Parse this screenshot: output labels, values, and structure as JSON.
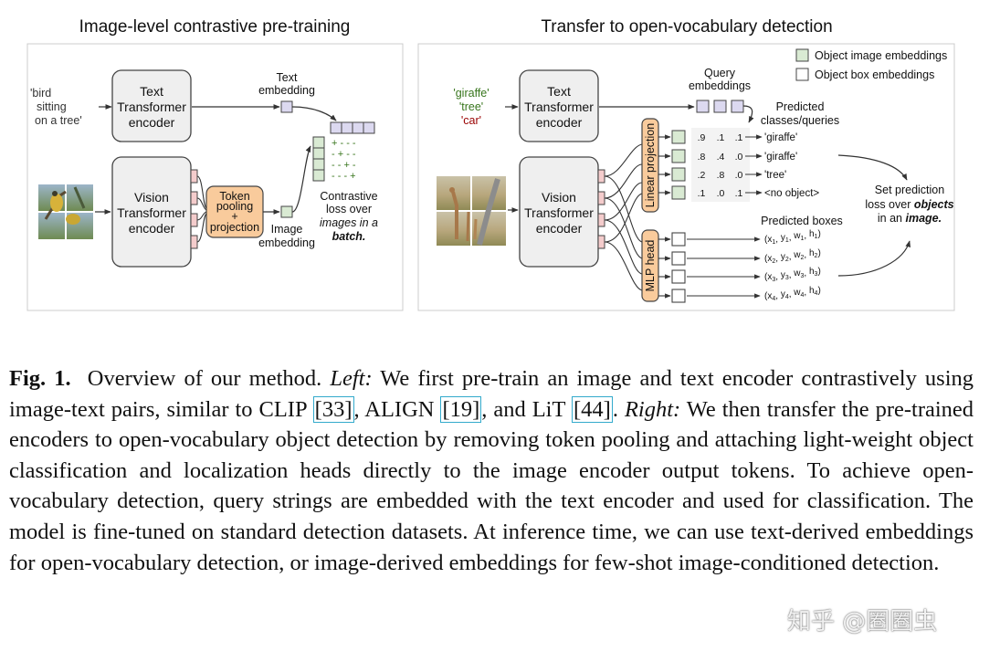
{
  "left": {
    "title": "Image-level contrastive pre-training",
    "input_text": [
      "'bird",
      "sitting",
      "on a tree'"
    ],
    "text_encoder": [
      "Text",
      "Transformer",
      "encoder"
    ],
    "vision_encoder": [
      "Vision",
      "Transformer",
      "encoder"
    ],
    "token_pooling": [
      "Token",
      "pooling",
      "+",
      "projection"
    ],
    "text_embedding": [
      "Text",
      "embedding"
    ],
    "image_embedding": [
      "Image",
      "embedding"
    ],
    "matrix_rows": [
      "+ - - -",
      "- + - -",
      "- - + -",
      "- - - +"
    ],
    "contrastive_note": [
      "Contrastive",
      "loss over",
      "images in a",
      "batch."
    ]
  },
  "right": {
    "title": "Transfer to open-vocabulary detection",
    "queries": [
      "'giraffe'",
      "'tree'",
      "'car'"
    ],
    "text_encoder": [
      "Text",
      "Transformer",
      "encoder"
    ],
    "vision_encoder": [
      "Vision",
      "Transformer",
      "encoder"
    ],
    "query_embeddings": [
      "Query",
      "embeddings"
    ],
    "legend": [
      "Object image embeddings",
      "Object box embeddings"
    ],
    "linear_projection": "Linear projection",
    "mlp_head": "MLP head",
    "predicted_classes_title": [
      "Predicted",
      "classes/queries"
    ],
    "score_rows": [
      [
        ".9",
        ".1",
        ".1"
      ],
      [
        ".8",
        ".4",
        ".0"
      ],
      [
        ".2",
        ".8",
        ".0"
      ],
      [
        ".1",
        ".0",
        ".1"
      ]
    ],
    "class_labels": [
      "'giraffe'",
      "'giraffe'",
      "'tree'",
      "<no object>"
    ],
    "predicted_boxes_title": "Predicted boxes",
    "boxes": [
      [
        "1",
        "1",
        "1",
        "1"
      ],
      [
        "2",
        "2",
        "2",
        "2"
      ],
      [
        "3",
        "3",
        "3",
        "3"
      ],
      [
        "4",
        "4",
        "4",
        "4"
      ]
    ],
    "set_loss": [
      "Set prediction",
      "loss over objects",
      "in an image."
    ]
  },
  "caption": {
    "fig_label": "Fig. 1.",
    "s1": "Overview of our method.",
    "left_label": "Left:",
    "s2": "We first pre-train an image and text encoder contrastively using image-text pairs, similar to CLIP",
    "ref1": "[33]",
    "s3": ", ALIGN",
    "ref2": "[19]",
    "s4": ", and LiT",
    "ref3": "[44]",
    "s5": ".",
    "right_label": "Right:",
    "s6": "We then transfer the pre-trained encoders to open-vocabulary object detection by removing token pooling and attaching light-weight object classification and localization heads directly to the image encoder output tokens. To achieve open-vocabulary detection, query strings are embedded with the text encoder and used for classification. The model is fine-tuned on standard detection datasets. At inference time, we can use text-derived embeddings for open-vocabulary detection, or image-derived embeddings for few-shot image-conditioned detection."
  },
  "watermark": "知乎 @圈圈虫",
  "colors": {
    "green_fill": "#d9ead3",
    "purple_fill": "#dcd9f0",
    "pink_fill": "#f4cccc",
    "orange_fill": "#f9cb9c",
    "encoder_fill": "#efefef",
    "text_green": "#38761d",
    "text_red": "#990000"
  }
}
